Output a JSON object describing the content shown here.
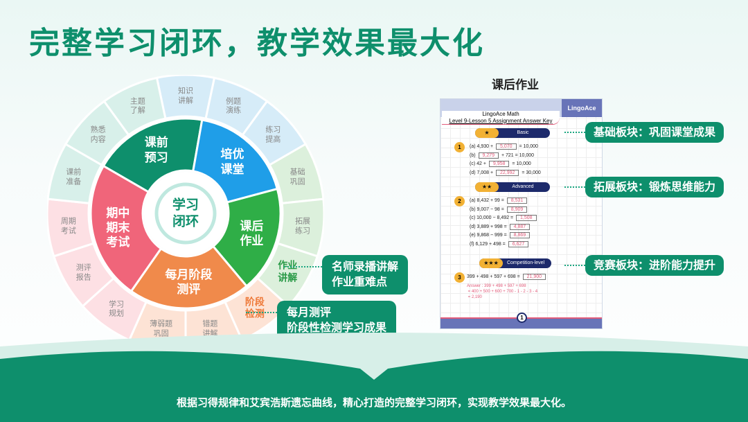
{
  "title": "完整学习闭环，教学效果最大化",
  "center": {
    "line1": "学习",
    "line2": "闭环"
  },
  "middle_ring": [
    {
      "label": "课前\n预习",
      "color": "#0e8f6c"
    },
    {
      "label": "培优\n课堂",
      "color": "#1f9ee8"
    },
    {
      "label": "课后\n作业",
      "color": "#2fae47"
    },
    {
      "label": "每月阶段\n测评",
      "color": "#f08a4b"
    },
    {
      "label": "期中\n期末\n考试",
      "color": "#f0657a"
    }
  ],
  "outer_ring": [
    {
      "label": "知识\n讲解",
      "color": "#d6ecf8"
    },
    {
      "label": "例题\n演练",
      "color": "#d6ecf8"
    },
    {
      "label": "练习\n提高",
      "color": "#d6ecf8"
    },
    {
      "label": "基础\n巩固",
      "color": "#dcf0dc"
    },
    {
      "label": "拓展\n练习",
      "color": "#dcf0dc"
    },
    {
      "label": "作业\n讲解",
      "color": "#dcf0dc",
      "highlight": "#2a9a47"
    },
    {
      "label": "阶段\n检测",
      "color": "#fde3d5",
      "highlight": "#ee7a3a"
    },
    {
      "label": "错题\n讲解",
      "color": "#fde3d5"
    },
    {
      "label": "薄弱题\n巩固",
      "color": "#fde3d5"
    },
    {
      "label": "学习\n规划",
      "color": "#fde0e4"
    },
    {
      "label": "测评\n报告",
      "color": "#fde0e4"
    },
    {
      "label": "周期\n考试",
      "color": "#fde0e4"
    },
    {
      "label": "课前\n准备",
      "color": "#d8f0ea"
    },
    {
      "label": "熟悉\n内容",
      "color": "#d8f0ea"
    },
    {
      "label": "主题\n了解",
      "color": "#d8f0ea"
    }
  ],
  "callouts": {
    "homework": "名师录播讲解\n作业重难点",
    "monthly": "每月测评\n阶段性检测学习成果",
    "basic": "基础板块：巩固课堂成果",
    "advanced": "拓展板块：锻炼思维能力",
    "competition": "竞赛板块：进阶能力提升"
  },
  "worksheet": {
    "heading": "课后作业",
    "logo": "LingoAce",
    "title1": "LingoAce Math",
    "title2": "Level 9-Lesson 5 Assignment Answer Key",
    "sections": [
      {
        "stars": "★",
        "name": "Basic",
        "num": "1",
        "lines": [
          [
            "(a)  4,930 +",
            "5,070",
            "= 10,000"
          ],
          [
            "(b)",
            "9,279",
            "+ 721 = 10,000"
          ],
          [
            "(c)  42 +",
            "9,958",
            "= 10,000"
          ],
          [
            "(d)  7,008 +",
            "22,992",
            "= 30,000"
          ]
        ]
      },
      {
        "stars": "★★",
        "name": "Advanced",
        "num": "2",
        "lines": [
          [
            "(a) 8,432 + 99 =",
            "8,531",
            ""
          ],
          [
            "(b) 9,007 − 98 =",
            "8,909",
            ""
          ],
          [
            "(c) 10,000 − 8,492 =",
            "1,508",
            ""
          ],
          [
            "(d) 3,889 + 998 =",
            "4,887",
            ""
          ],
          [
            "(e) 9,868 − 999 =",
            "8,869",
            ""
          ],
          [
            "(f)  6,129 + 498 =",
            "6,627",
            ""
          ]
        ]
      },
      {
        "stars": "★★★",
        "name": "Competition-level",
        "num": "3",
        "lines": [
          [
            "399 + 498 + 597 + 698  =",
            "21,900",
            ""
          ]
        ]
      }
    ],
    "answer": "Answer : 399 + 498 + 597 + 698\n = 400 + 500 + 600 + 700 - 1 - 2 - 3 - 4\n = 2,190",
    "page": "1"
  },
  "footer": "根据习得规律和艾宾浩斯遗忘曲线，精心打造的完整学习闭环，实现教学效果最大化。"
}
